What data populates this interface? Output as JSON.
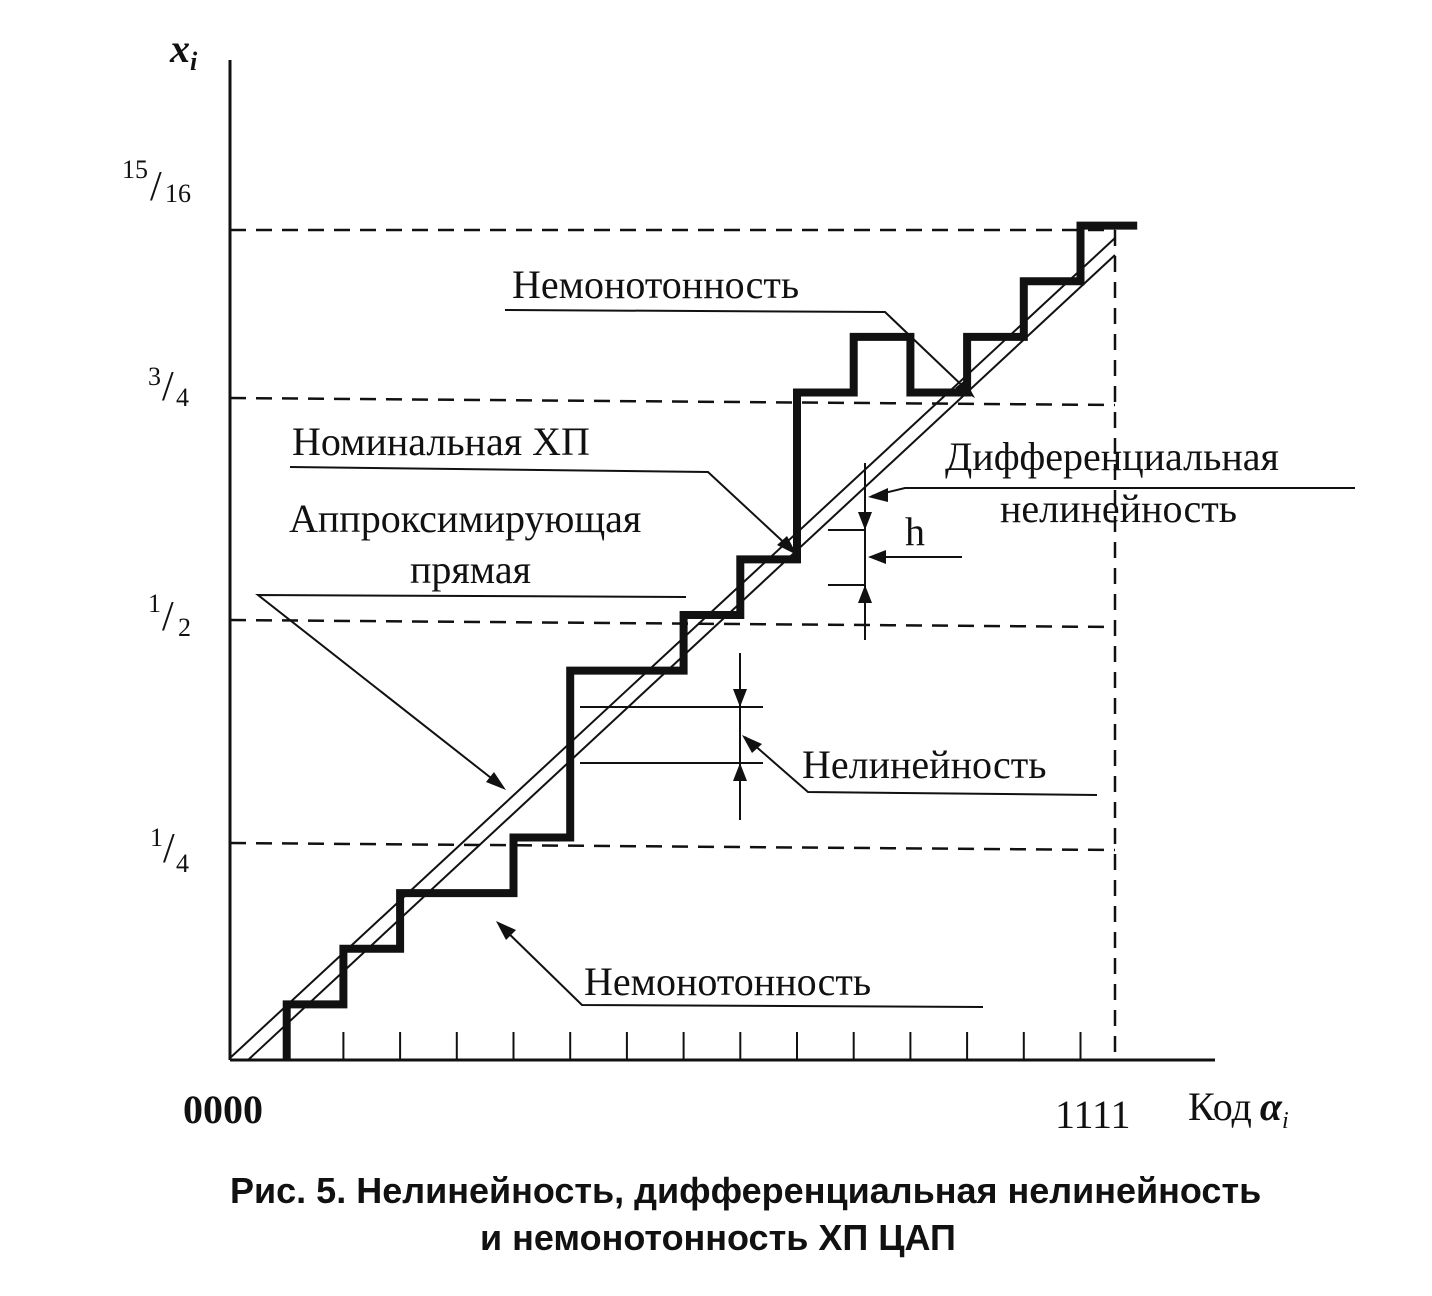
{
  "axes": {
    "y_label": "x",
    "y_label_sub": "i",
    "x_label": "Код",
    "x_label_symbol": "α",
    "x_label_sub": "i",
    "x_start": "0000",
    "x_end": "1111",
    "y_ticks": [
      {
        "num": "15",
        "den": "16"
      },
      {
        "num": "3",
        "den": "4"
      },
      {
        "num": "1",
        "den": "2"
      },
      {
        "num": "1",
        "den": "4"
      }
    ]
  },
  "labels": {
    "nonmonotonic_top": "Немонотонность",
    "nominal": "Номинальная ХП",
    "approx_line1": "Аппроксимирующая",
    "approx_line2": "прямая",
    "diff_line1": "Дифференциальная",
    "diff_line2": "нелинейность",
    "h": "h",
    "nonlinearity": "Нелинейность",
    "nonmonotonic_bottom": "Немонотонность"
  },
  "caption": {
    "line1": "Рис. 5. Нелинейность, дифференциальная нелинейность",
    "line2": "и немонотонность ХП ЦАП"
  },
  "transfer_steps": [
    0.0625,
    0.125,
    0.1875,
    0.1875,
    0.25,
    0.4375,
    0.4375,
    0.5,
    0.5625,
    0.75,
    0.8125,
    0.75,
    0.8125,
    0.875,
    0.9375
  ]
}
